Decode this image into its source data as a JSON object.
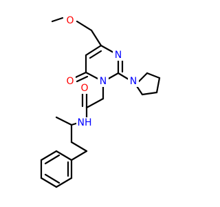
{
  "molecule": {
    "bond_color": "#000000",
    "atom_colors": {
      "O": "#ff0000",
      "N": "#0000ff"
    },
    "labels": {
      "methoxy_o": "O",
      "ring_n_top": "N",
      "ring_n1": "N",
      "carbonyl_o_ring": "O",
      "pyrrolidine_n": "N",
      "amide_o": "O",
      "amide_nh": "NH"
    }
  }
}
